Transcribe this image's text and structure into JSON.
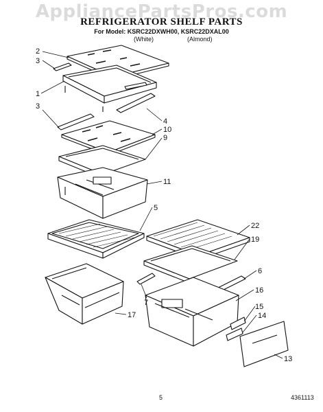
{
  "watermark": "AppliancePartsPros.com",
  "header": {
    "title": "REFRIGERATOR SHELF PARTS",
    "models": "For Model: KSRC22DXWH00, KSRC22DXAL00",
    "white_label": "(White)",
    "almond_label": "(Almond)"
  },
  "callouts": {
    "c1": "1",
    "c2": "2",
    "c3a": "3",
    "c3b": "3",
    "c4": "4",
    "c5": "5",
    "c6": "6",
    "c7": "7",
    "c9": "9",
    "c10": "10",
    "c11": "11",
    "c13": "13",
    "c14": "14",
    "c15": "15",
    "c16": "16",
    "c17": "17",
    "c19": "19",
    "c22": "22"
  },
  "footer": {
    "page_number": "5",
    "doc_code": "4361113"
  }
}
